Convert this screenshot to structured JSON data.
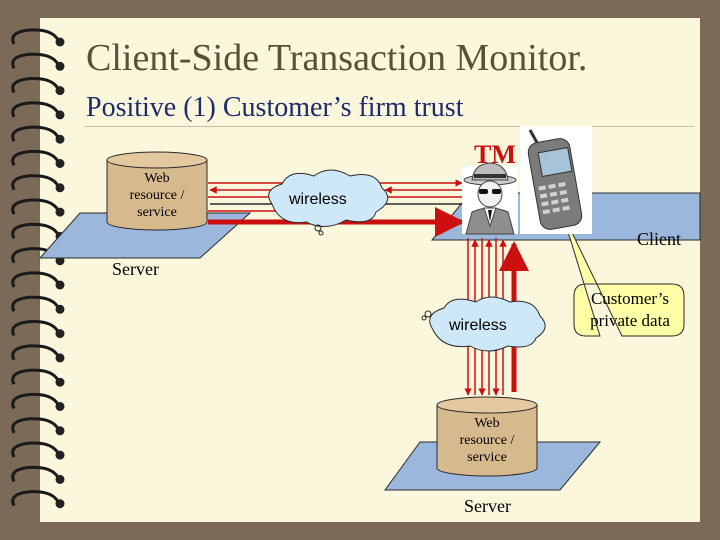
{
  "title": "Client-Side Transaction Monitor.",
  "subtitle": "Positive (1) Customer’s firm trust",
  "tm_label": "TM",
  "web_resource": {
    "line1": "Web",
    "line2": "resource /",
    "line3": "service"
  },
  "cloud_label": "wireless",
  "server_label": "Server",
  "client_label": "Client",
  "callout": {
    "line1": "Customer’s",
    "line2": "private data"
  },
  "icons": [
    "spy-icon",
    "mobile-phone-icon",
    "binder-rings-icon"
  ],
  "colors": {
    "arrow_red": "#cc1010",
    "plane_blue": "#9bb8dc",
    "cloud": "#cfe8f8",
    "callout": "#ffffa8",
    "cylinder": "#d7b98e"
  }
}
